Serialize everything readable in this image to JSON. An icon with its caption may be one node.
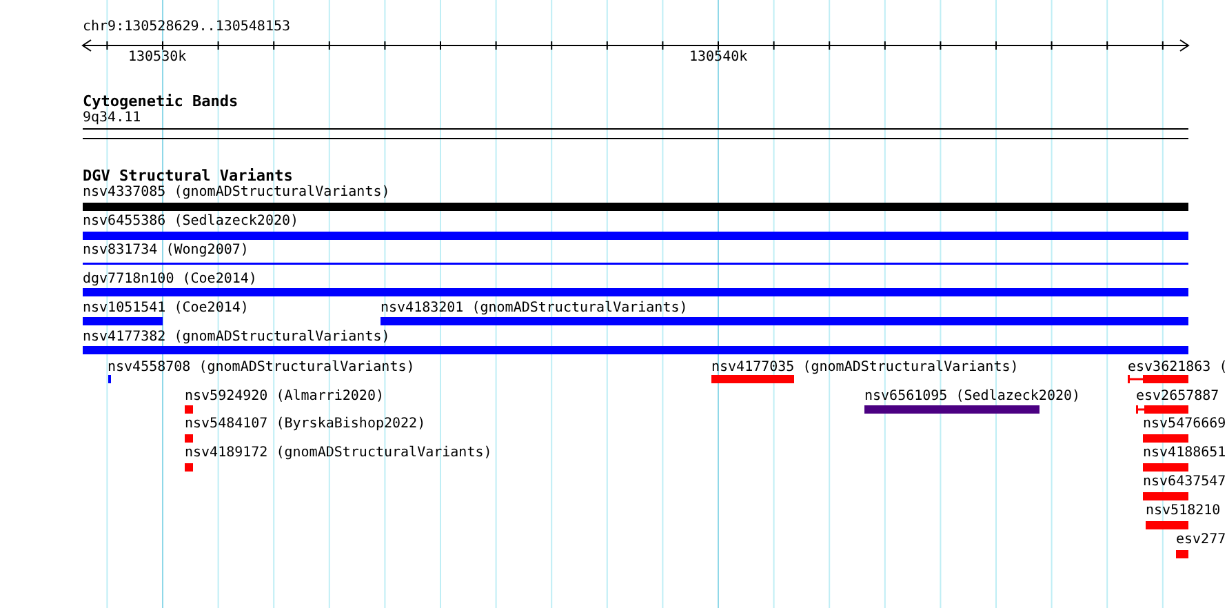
{
  "diagram": {
    "labels": [
      "chr9:130528629..130548153",
      "130530k",
      "130540k",
      "Cytogenetic Bands",
      "9q34.11",
      "DGV Structural Variants",
      "nsv4337085 (gnomADStructuralVariants)",
      "nsv6455386 (Sedlazeck2020)",
      "nsv831734 (Wong2007)",
      "dgv7718n100 (Coe2014)",
      "nsv1051541 (Coe2014)",
      "nsv4183201 (gnomADStructuralVariants)",
      "nsv4177382 (gnomADStructuralVariants)",
      "nsv4558708 (gnomADStructuralVariants)",
      "nsv4177035 (gnomADStructuralVariants)",
      "esv3621863 (",
      "nsv5924920 (Almarri2020)",
      "nsv6561095 (Sedlazeck2020)",
      "esv2657887",
      "nsv5484107 (ByrskaBishop2022)",
      "nsv5476669",
      "nsv4189172 (gnomADStructuralVariants)",
      "nsv4188651",
      "nsv6437547",
      "nsv518210",
      "esv277"
    ]
  }
}
